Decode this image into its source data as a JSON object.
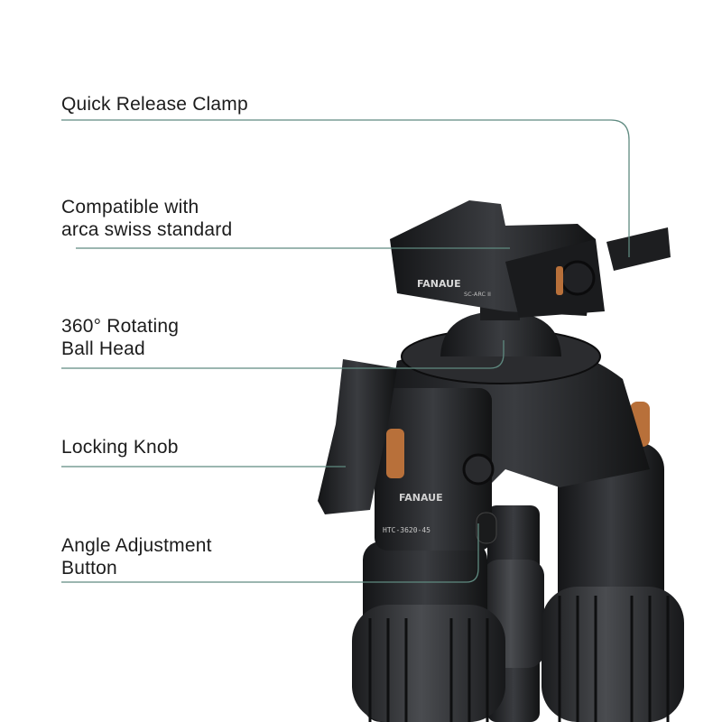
{
  "callouts": [
    {
      "lines": [
        "Quick Release Clamp"
      ]
    },
    {
      "lines": [
        "Compatible with",
        "arca swiss standard"
      ]
    },
    {
      "lines": [
        "360° Rotating",
        "Ball Head"
      ]
    },
    {
      "lines": [
        "Locking Knob"
      ]
    },
    {
      "lines": [
        "Angle Adjustment",
        "Button"
      ]
    }
  ],
  "product": {
    "brand": "FANAUE",
    "clamp_model": "SC-ARC II",
    "head_model": "HTC-3620-45"
  },
  "colors": {
    "leader_line": "#5f8a80",
    "text": "#1c1c1c",
    "product_dark": "#1e1f21",
    "accent_copper": "#b8703a"
  }
}
